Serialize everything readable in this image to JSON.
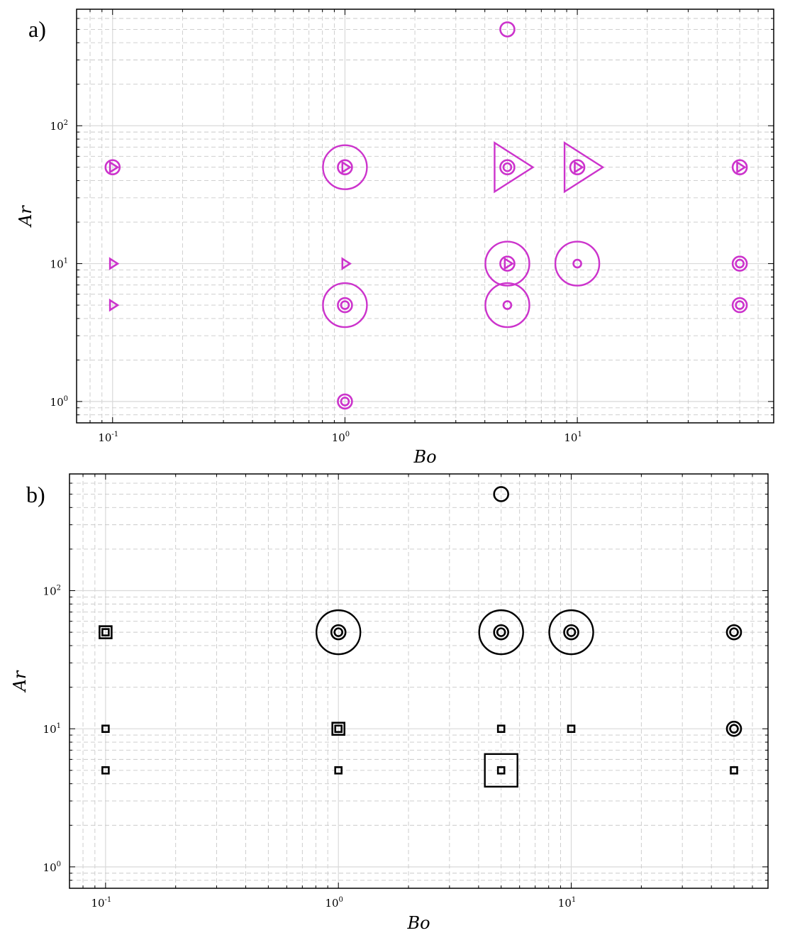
{
  "chart_data": [
    {
      "type": "scatter",
      "panel_label": "a)",
      "xlabel": "Bo",
      "ylabel": "Ar",
      "xscale": "log",
      "yscale": "log",
      "xlim": [
        0.07,
        70
      ],
      "ylim": [
        0.7,
        700
      ],
      "grid": true,
      "color": "#cc33cc",
      "x_tick_labels": [
        {
          "base": "10",
          "exp": "-1"
        },
        {
          "base": "10",
          "exp": "0"
        },
        {
          "base": "10",
          "exp": "1"
        }
      ],
      "y_tick_labels": [
        {
          "base": "10",
          "exp": "0"
        },
        {
          "base": "10",
          "exp": "1"
        },
        {
          "base": "10",
          "exp": "2"
        }
      ],
      "points": [
        {
          "x": 5,
          "y": 500,
          "markers": [
            {
              "shape": "circle",
              "size": "small"
            }
          ]
        },
        {
          "x": 0.1,
          "y": 50,
          "markers": [
            {
              "shape": "circle",
              "size": "small"
            },
            {
              "shape": "triangle-right",
              "size": "tiny"
            }
          ]
        },
        {
          "x": 1,
          "y": 50,
          "markers": [
            {
              "shape": "circle",
              "size": "large"
            },
            {
              "shape": "circle",
              "size": "small"
            },
            {
              "shape": "triangle-right",
              "size": "tiny"
            }
          ]
        },
        {
          "x": 5,
          "y": 50,
          "markers": [
            {
              "shape": "triangle-right",
              "size": "large"
            },
            {
              "shape": "circle",
              "size": "small"
            },
            {
              "shape": "circle",
              "size": "tiny"
            }
          ]
        },
        {
          "x": 10,
          "y": 50,
          "markers": [
            {
              "shape": "triangle-right",
              "size": "large"
            },
            {
              "shape": "circle",
              "size": "small"
            },
            {
              "shape": "triangle-right",
              "size": "tiny"
            }
          ]
        },
        {
          "x": 50,
          "y": 50,
          "markers": [
            {
              "shape": "circle",
              "size": "small"
            },
            {
              "shape": "triangle-right",
              "size": "tiny"
            }
          ]
        },
        {
          "x": 0.1,
          "y": 10,
          "markers": [
            {
              "shape": "triangle-right",
              "size": "tiny"
            }
          ]
        },
        {
          "x": 1,
          "y": 10,
          "markers": [
            {
              "shape": "triangle-right",
              "size": "tiny"
            }
          ]
        },
        {
          "x": 5,
          "y": 10,
          "markers": [
            {
              "shape": "circle",
              "size": "large"
            },
            {
              "shape": "circle",
              "size": "small"
            },
            {
              "shape": "triangle-right",
              "size": "tiny"
            }
          ]
        },
        {
          "x": 10,
          "y": 10,
          "markers": [
            {
              "shape": "circle",
              "size": "large"
            },
            {
              "shape": "circle",
              "size": "tiny"
            }
          ]
        },
        {
          "x": 50,
          "y": 10,
          "markers": [
            {
              "shape": "circle",
              "size": "small"
            },
            {
              "shape": "circle",
              "size": "tiny"
            }
          ]
        },
        {
          "x": 0.1,
          "y": 5,
          "markers": [
            {
              "shape": "triangle-right",
              "size": "tiny"
            }
          ]
        },
        {
          "x": 1,
          "y": 5,
          "markers": [
            {
              "shape": "circle",
              "size": "large"
            },
            {
              "shape": "circle",
              "size": "small"
            },
            {
              "shape": "circle",
              "size": "tiny"
            }
          ]
        },
        {
          "x": 5,
          "y": 5,
          "markers": [
            {
              "shape": "circle",
              "size": "large"
            },
            {
              "shape": "circle",
              "size": "tiny"
            }
          ]
        },
        {
          "x": 50,
          "y": 5,
          "markers": [
            {
              "shape": "circle",
              "size": "small"
            },
            {
              "shape": "circle",
              "size": "tiny"
            }
          ]
        },
        {
          "x": 1,
          "y": 1,
          "markers": [
            {
              "shape": "circle",
              "size": "small"
            },
            {
              "shape": "circle",
              "size": "tiny"
            }
          ]
        }
      ]
    },
    {
      "type": "scatter",
      "panel_label": "b)",
      "xlabel": "Bo",
      "ylabel": "Ar",
      "xscale": "log",
      "yscale": "log",
      "xlim": [
        0.07,
        70
      ],
      "ylim": [
        0.7,
        700
      ],
      "grid": true,
      "color": "#000000",
      "x_tick_labels": [
        {
          "base": "10",
          "exp": "-1"
        },
        {
          "base": "10",
          "exp": "0"
        },
        {
          "base": "10",
          "exp": "1"
        }
      ],
      "y_tick_labels": [
        {
          "base": "10",
          "exp": "0"
        },
        {
          "base": "10",
          "exp": "1"
        },
        {
          "base": "10",
          "exp": "2"
        }
      ],
      "points": [
        {
          "x": 5,
          "y": 500,
          "markers": [
            {
              "shape": "circle",
              "size": "small"
            }
          ]
        },
        {
          "x": 0.1,
          "y": 50,
          "markers": [
            {
              "shape": "square",
              "size": "small"
            },
            {
              "shape": "square",
              "size": "tiny"
            }
          ]
        },
        {
          "x": 1,
          "y": 50,
          "markers": [
            {
              "shape": "circle",
              "size": "large"
            },
            {
              "shape": "circle",
              "size": "small"
            },
            {
              "shape": "circle",
              "size": "tiny"
            }
          ]
        },
        {
          "x": 5,
          "y": 50,
          "markers": [
            {
              "shape": "circle",
              "size": "large"
            },
            {
              "shape": "circle",
              "size": "small"
            },
            {
              "shape": "circle",
              "size": "tiny"
            }
          ]
        },
        {
          "x": 10,
          "y": 50,
          "markers": [
            {
              "shape": "circle",
              "size": "large"
            },
            {
              "shape": "circle",
              "size": "small"
            },
            {
              "shape": "circle",
              "size": "tiny"
            }
          ]
        },
        {
          "x": 50,
          "y": 50,
          "markers": [
            {
              "shape": "circle",
              "size": "small"
            },
            {
              "shape": "circle",
              "size": "tiny"
            }
          ]
        },
        {
          "x": 0.1,
          "y": 10,
          "markers": [
            {
              "shape": "square",
              "size": "tiny"
            }
          ]
        },
        {
          "x": 1,
          "y": 10,
          "markers": [
            {
              "shape": "square",
              "size": "small"
            },
            {
              "shape": "square",
              "size": "tiny"
            }
          ]
        },
        {
          "x": 5,
          "y": 10,
          "markers": [
            {
              "shape": "square",
              "size": "tiny"
            }
          ]
        },
        {
          "x": 10,
          "y": 10,
          "markers": [
            {
              "shape": "square",
              "size": "tiny"
            }
          ]
        },
        {
          "x": 50,
          "y": 10,
          "markers": [
            {
              "shape": "circle",
              "size": "small"
            },
            {
              "shape": "circle",
              "size": "tiny"
            }
          ]
        },
        {
          "x": 0.1,
          "y": 5,
          "markers": [
            {
              "shape": "square",
              "size": "tiny"
            }
          ]
        },
        {
          "x": 1,
          "y": 5,
          "markers": [
            {
              "shape": "square",
              "size": "tiny"
            }
          ]
        },
        {
          "x": 5,
          "y": 5,
          "markers": [
            {
              "shape": "square",
              "size": "large"
            },
            {
              "shape": "square",
              "size": "tiny"
            }
          ]
        },
        {
          "x": 50,
          "y": 5,
          "markers": [
            {
              "shape": "square",
              "size": "tiny"
            }
          ]
        }
      ]
    }
  ]
}
